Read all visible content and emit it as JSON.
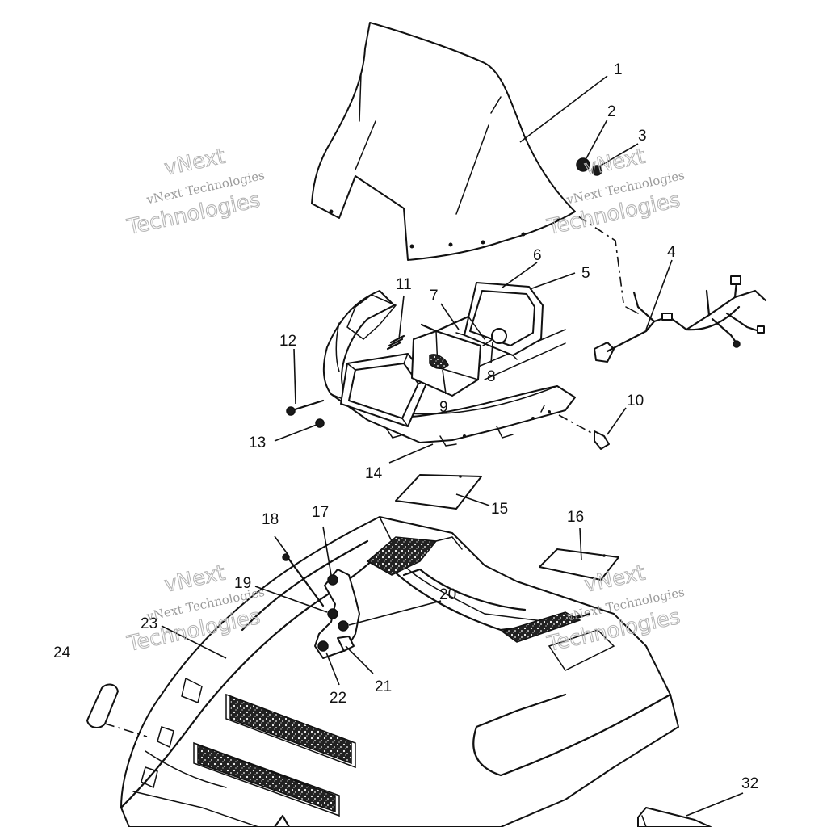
{
  "callouts": [
    "1",
    "2",
    "3",
    "4",
    "5",
    "6",
    "7",
    "8",
    "9",
    "10",
    "11",
    "12",
    "13",
    "14",
    "15",
    "16",
    "17",
    "18",
    "19",
    "20",
    "21",
    "22",
    "23",
    "24",
    "32"
  ],
  "watermarks": [
    {
      "brand": "vNext",
      "line": "vNext Technologies",
      "large": "Technologies"
    },
    {
      "brand": "vNext",
      "line": "vNext Technologies",
      "large": "Technologies"
    },
    {
      "brand": "vNext",
      "line": "vNext Technologies",
      "large": "Technologies"
    },
    {
      "brand": "vNext",
      "line": "vNext Technologies",
      "large": "Technologies"
    }
  ],
  "colors": {
    "ink": "#111111",
    "watermark": "#9a9a9a",
    "background": "#ffffff"
  }
}
